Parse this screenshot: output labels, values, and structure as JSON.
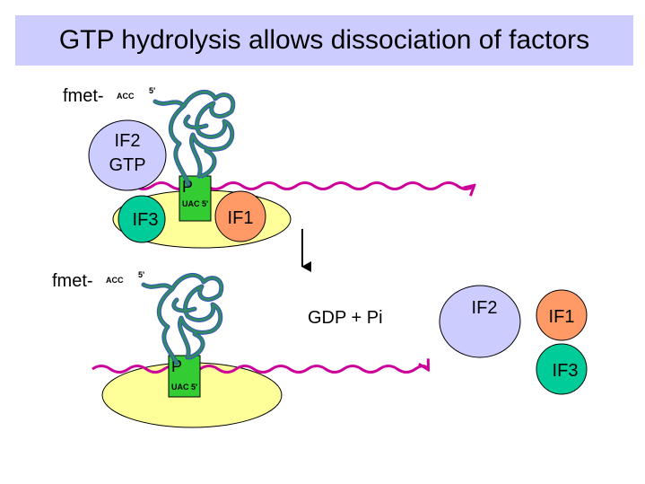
{
  "title": "GTP hydrolysis allows dissociation of factors",
  "top_complex": {
    "fmet": "fmet-",
    "acc": "ACC",
    "five_prime": "5'",
    "if2_line1": "IF2",
    "if2_line2": "GTP",
    "p_site": "P",
    "uac": "UAC 5'",
    "if3": "IF3",
    "if1": "IF1"
  },
  "bottom_complex": {
    "fmet": "fmet-",
    "acc": "ACC",
    "five_prime": "5'",
    "p_site": "P",
    "uac": "UAC 5'"
  },
  "released": {
    "gdp_pi": "GDP + Pi",
    "if2": "IF2",
    "if1": "IF1",
    "if3": "IF3"
  },
  "colors": {
    "title_bg": "#ccccff",
    "ribosome": "#ffff99",
    "if2": "#ccccff",
    "if3": "#00cc99",
    "if1": "#ff9966",
    "p_site": "#33cc33",
    "mrna": "#cc0099",
    "trna": "#338866"
  }
}
